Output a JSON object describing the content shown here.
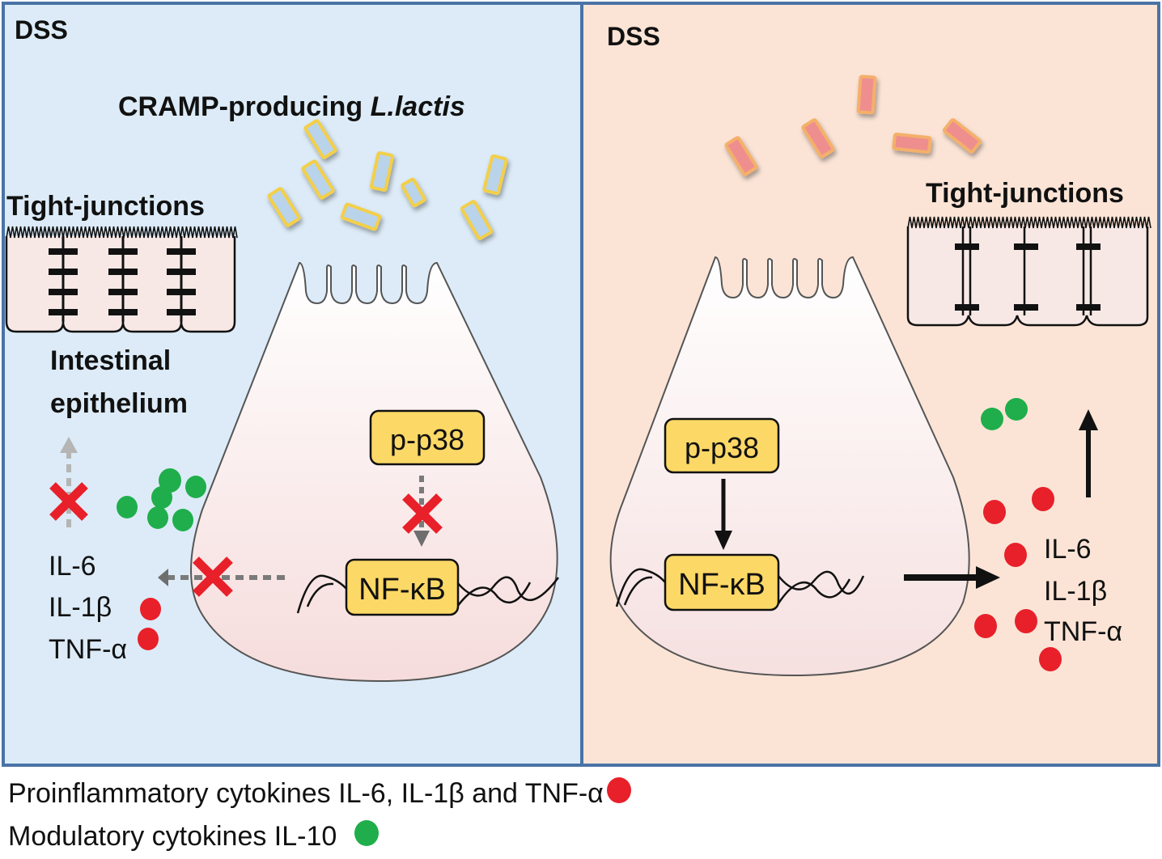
{
  "colors": {
    "left_bg": "#dcebf7",
    "right_bg": "#fbe4d6",
    "frame": "#4a73a6",
    "cell_fill": "#f7ebe9",
    "box_fill": "#fcd866",
    "red_dot": "#e8202a",
    "green_dot": "#1fae4b",
    "cross": "#e8202a",
    "blocked_arrow": "#8a8a8a",
    "bacteria_left_fill": "#b9d3ea",
    "bacteria_left_stroke": "#f3cf4a",
    "bacteria_right_fill": "#ef8e8e",
    "bacteria_right_stroke": "#f4b06a"
  },
  "left_panel": {
    "condition": "DSS",
    "bacteria_label_prefix": "CRAMP-producing ",
    "bacteria_label_species": "L.lactis",
    "tight_junctions_label": "Tight-junctions",
    "epithelium_label_line1": "Intestinal",
    "epithelium_label_line2": "epithelium",
    "kinase_box": "p-p38",
    "tf_box": "NF-κB",
    "cytokines": [
      "IL-6",
      "IL-1β",
      "TNF-α"
    ],
    "state": "inhibited"
  },
  "right_panel": {
    "condition": "DSS",
    "tight_junctions_label": "Tight-junctions",
    "kinase_box": "p-p38",
    "tf_box": "NF-κB",
    "cytokines": [
      "IL-6",
      "IL-1β",
      "TNF-α"
    ],
    "state": "activated"
  },
  "legend": {
    "proinflammatory": "Proinflammatory  cytokines  IL-6, IL-1β and TNF-α",
    "modulatory": "Modulatory  cytokines  IL-10"
  }
}
